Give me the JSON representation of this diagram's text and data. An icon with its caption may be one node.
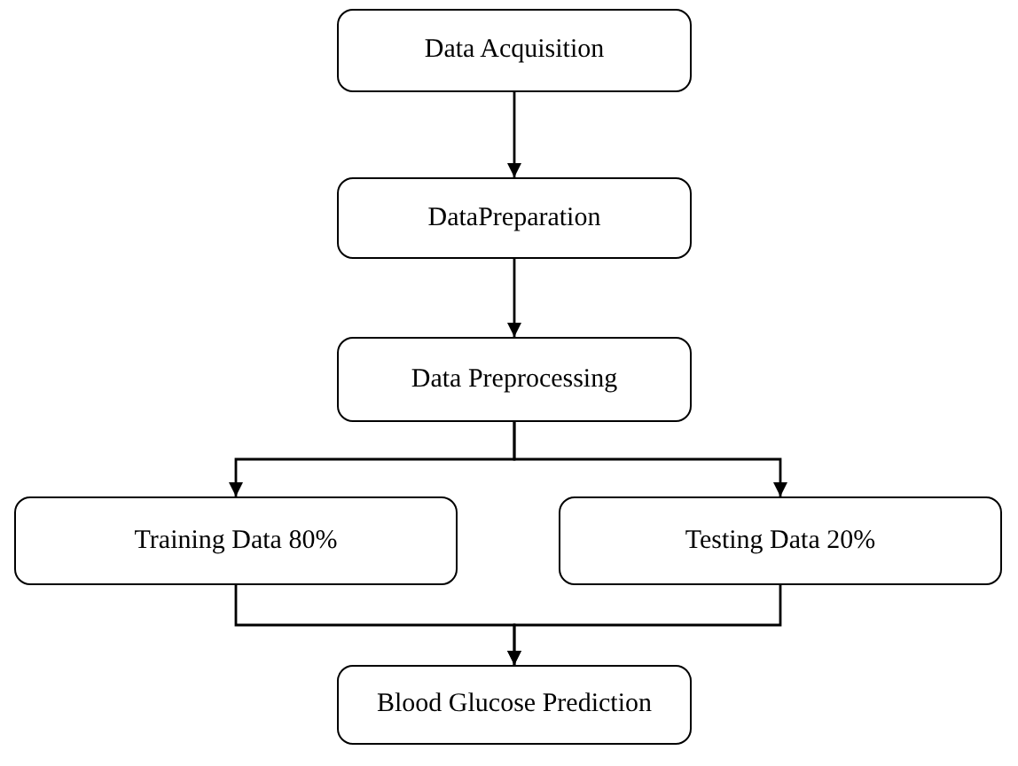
{
  "diagram": {
    "nodes": [
      {
        "text": [
          "Data Acquisition"
        ]
      },
      {
        "text": [
          "DataPreparation"
        ]
      },
      {
        "text": [
          "Data Preprocessing"
        ]
      },
      {
        "text": [
          "Training Data 80%"
        ]
      },
      {
        "text": [
          "Testing Data 20%"
        ]
      },
      {
        "text": [
          "Blood Glucose Prediction"
        ]
      }
    ],
    "edges": [
      {
        "from": 0,
        "to": 1,
        "arrow": "to"
      },
      {
        "from": 1,
        "to": 2,
        "arrow": "to"
      },
      {
        "from": 2,
        "to": 3,
        "arrow": "to"
      },
      {
        "from": 2,
        "to": 4,
        "arrow": "to"
      },
      {
        "from": 3,
        "to": 5,
        "arrow": "to"
      },
      {
        "from": 4,
        "to": 5,
        "arrow": "to"
      }
    ]
  }
}
